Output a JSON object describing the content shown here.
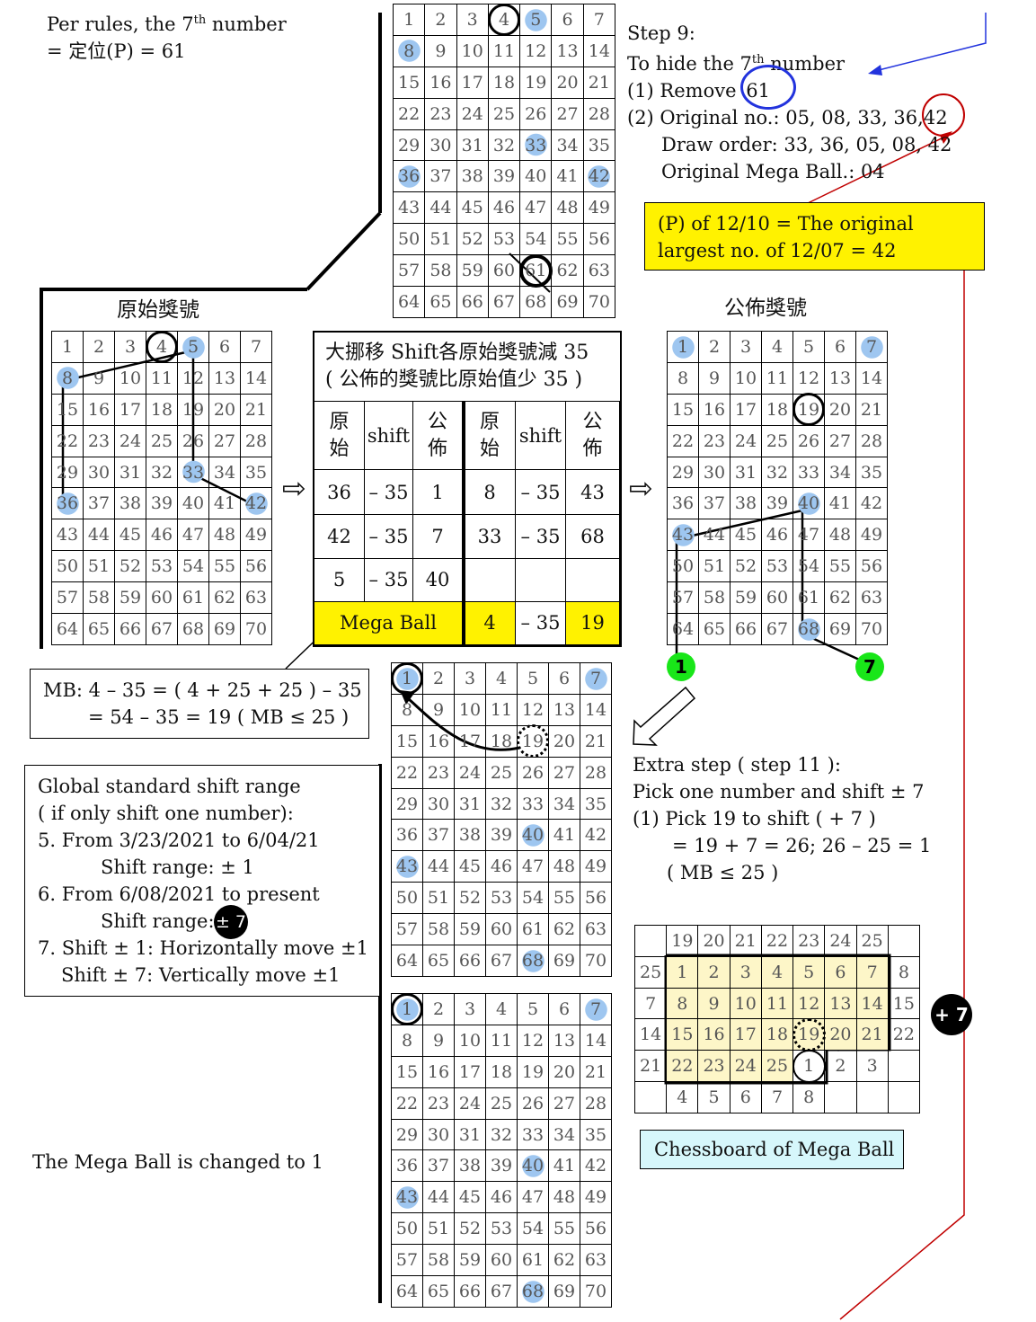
{
  "colors": {
    "highlight": "#9ec6f0",
    "yellow": "#fff200",
    "pale_yellow": "#fdf6c8",
    "green": "#19e619",
    "red_line": "#c00000",
    "blue_line": "#2233dd",
    "cyan_label": "#d6f7fb"
  },
  "top_left": {
    "line1_prefix": "Per rules, the 7",
    "line1_sup": "th",
    "line1_suffix": " number",
    "line2": "= 定位(P) =  61"
  },
  "step9": {
    "title": "Step 9:",
    "line2_prefix": "To hide the 7",
    "line2_sup": "th",
    "line2_suffix": " number",
    "line3": "(1)  Remove",
    "line3_value": "61",
    "line4": "(2) Original no.:  05, 08, 33, 36,",
    "line4_value": "42",
    "line5": "Draw order: 33, 36, 05, 08, 42",
    "line6": "Original Mega Ball.:   04"
  },
  "yellow_note": {
    "line1": "(P) of 12/10 = The original",
    "line2": "largest no. of 12/07 = 42"
  },
  "labels": {
    "original": "原始獎號",
    "published": "公佈獎號"
  },
  "shift_table": {
    "title1": "大挪移 Shift各原始獎號減 35",
    "title2": "( 公佈的獎號比原始值少 35 )",
    "headers": [
      "原\n始",
      "shift",
      "公\n佈",
      "原\n始",
      "shift",
      "公\n佈"
    ],
    "rows": [
      [
        "36",
        "– 35",
        "1",
        "8",
        "– 35",
        "43"
      ],
      [
        "42",
        "– 35",
        "7",
        "33",
        "– 35",
        "68"
      ],
      [
        "5",
        "– 35",
        "40",
        "",
        "",
        ""
      ]
    ],
    "mega_label": "Mega Ball",
    "mega_orig": "4",
    "mega_shift": "– 35",
    "mega_pub": "19"
  },
  "arrow_glyph": "⇨",
  "mb_box": {
    "line1": "MB: 4 – 35 = ( 4 + 25 + 25 ) – 35",
    "line2": "= 54 – 35 = 19 ( MB ≤ 25 )"
  },
  "global_box": {
    "l1": "Global standard shift range",
    "l2": "( if only shift one number):",
    "l3": "5. From 3/23/2021 to 6/04/21",
    "l4": "Shift range:  ± 1",
    "l5": "6. From 6/08/2021 to present",
    "l6": "Shift range:",
    "l6_badge": "± 7",
    "l7": "7. Shift ± 1: Horizontally move ±1",
    "l8": "Shift ± 7: Vertically move ±1"
  },
  "extra_step": {
    "l1": "Extra step ( step 11 ):",
    "l2": "Pick one number and shift  ± 7",
    "l3": "(1) Pick 19 to shift ( + 7 )",
    "l4": "= 19 + 7 = 26;  26 – 25 =  1",
    "l5": "( MB ≤ 25 )"
  },
  "green_dots": [
    "1",
    "7"
  ],
  "plus7_badge": "+ 7",
  "chessboard_label": "Chessboard of Mega Ball",
  "bottom_note": "The Mega Ball is changed to 1",
  "chessboard": {
    "rows": [
      [
        "",
        "19",
        "20",
        "21",
        "22",
        "23",
        "24",
        "25",
        ""
      ],
      [
        "25",
        "1",
        "2",
        "3",
        "4",
        "5",
        "6",
        "7",
        "8"
      ],
      [
        "7",
        "8",
        "9",
        "10",
        "11",
        "12",
        "13",
        "14",
        "15"
      ],
      [
        "14",
        "15",
        "16",
        "17",
        "18",
        "19",
        "20",
        "21",
        "22"
      ],
      [
        "21",
        "22",
        "23",
        "24",
        "25",
        "1",
        "2",
        "3",
        ""
      ],
      [
        "",
        "4",
        "5",
        "6",
        "7",
        "8",
        "",
        "",
        ""
      ]
    ]
  }
}
